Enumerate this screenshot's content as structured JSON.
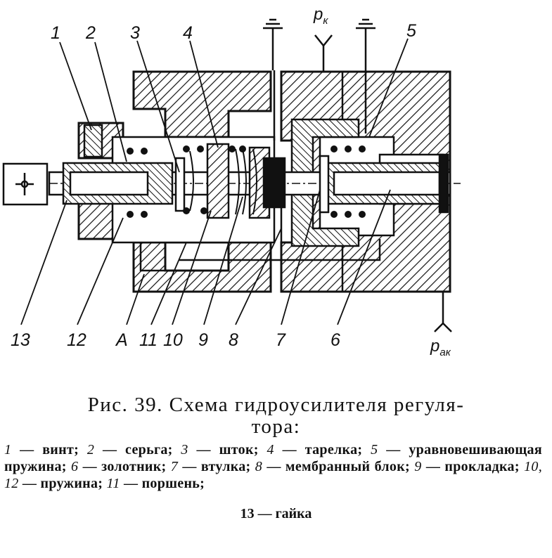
{
  "diagram": {
    "callouts": [
      "1",
      "2",
      "3",
      "4",
      "5",
      "13",
      "12",
      "A",
      "11",
      "10",
      "9",
      "8",
      "7",
      "6"
    ],
    "pressure_top": {
      "letter": "p",
      "sub": "к"
    },
    "pressure_bottom": {
      "letter": "p",
      "sub": "ак"
    }
  },
  "caption": {
    "title_line1": "Рис. 39. Схема гидроусилителя регуля-",
    "title_line2": "тора:",
    "legend": [
      {
        "num": "1",
        "text": " — винт; "
      },
      {
        "num": "2",
        "text": " — серьга; "
      },
      {
        "num": "3",
        "text": " — шток; "
      },
      {
        "num": "4",
        "text": " — тарелка; "
      },
      {
        "num": "5",
        "text": " — уравновешивающая пружина; "
      },
      {
        "num": "6",
        "text": " — золотник; "
      },
      {
        "num": "7",
        "text": " — втулка; "
      },
      {
        "num": "8",
        "text": " — мембранный блок; "
      },
      {
        "num": "9",
        "text": " — прокладка; "
      },
      {
        "num": "10, 12",
        "text": " — пружина; "
      },
      {
        "num": "11",
        "text": " — поршень;"
      }
    ],
    "legend_last": {
      "num": "13",
      "text": " — гайка"
    }
  }
}
